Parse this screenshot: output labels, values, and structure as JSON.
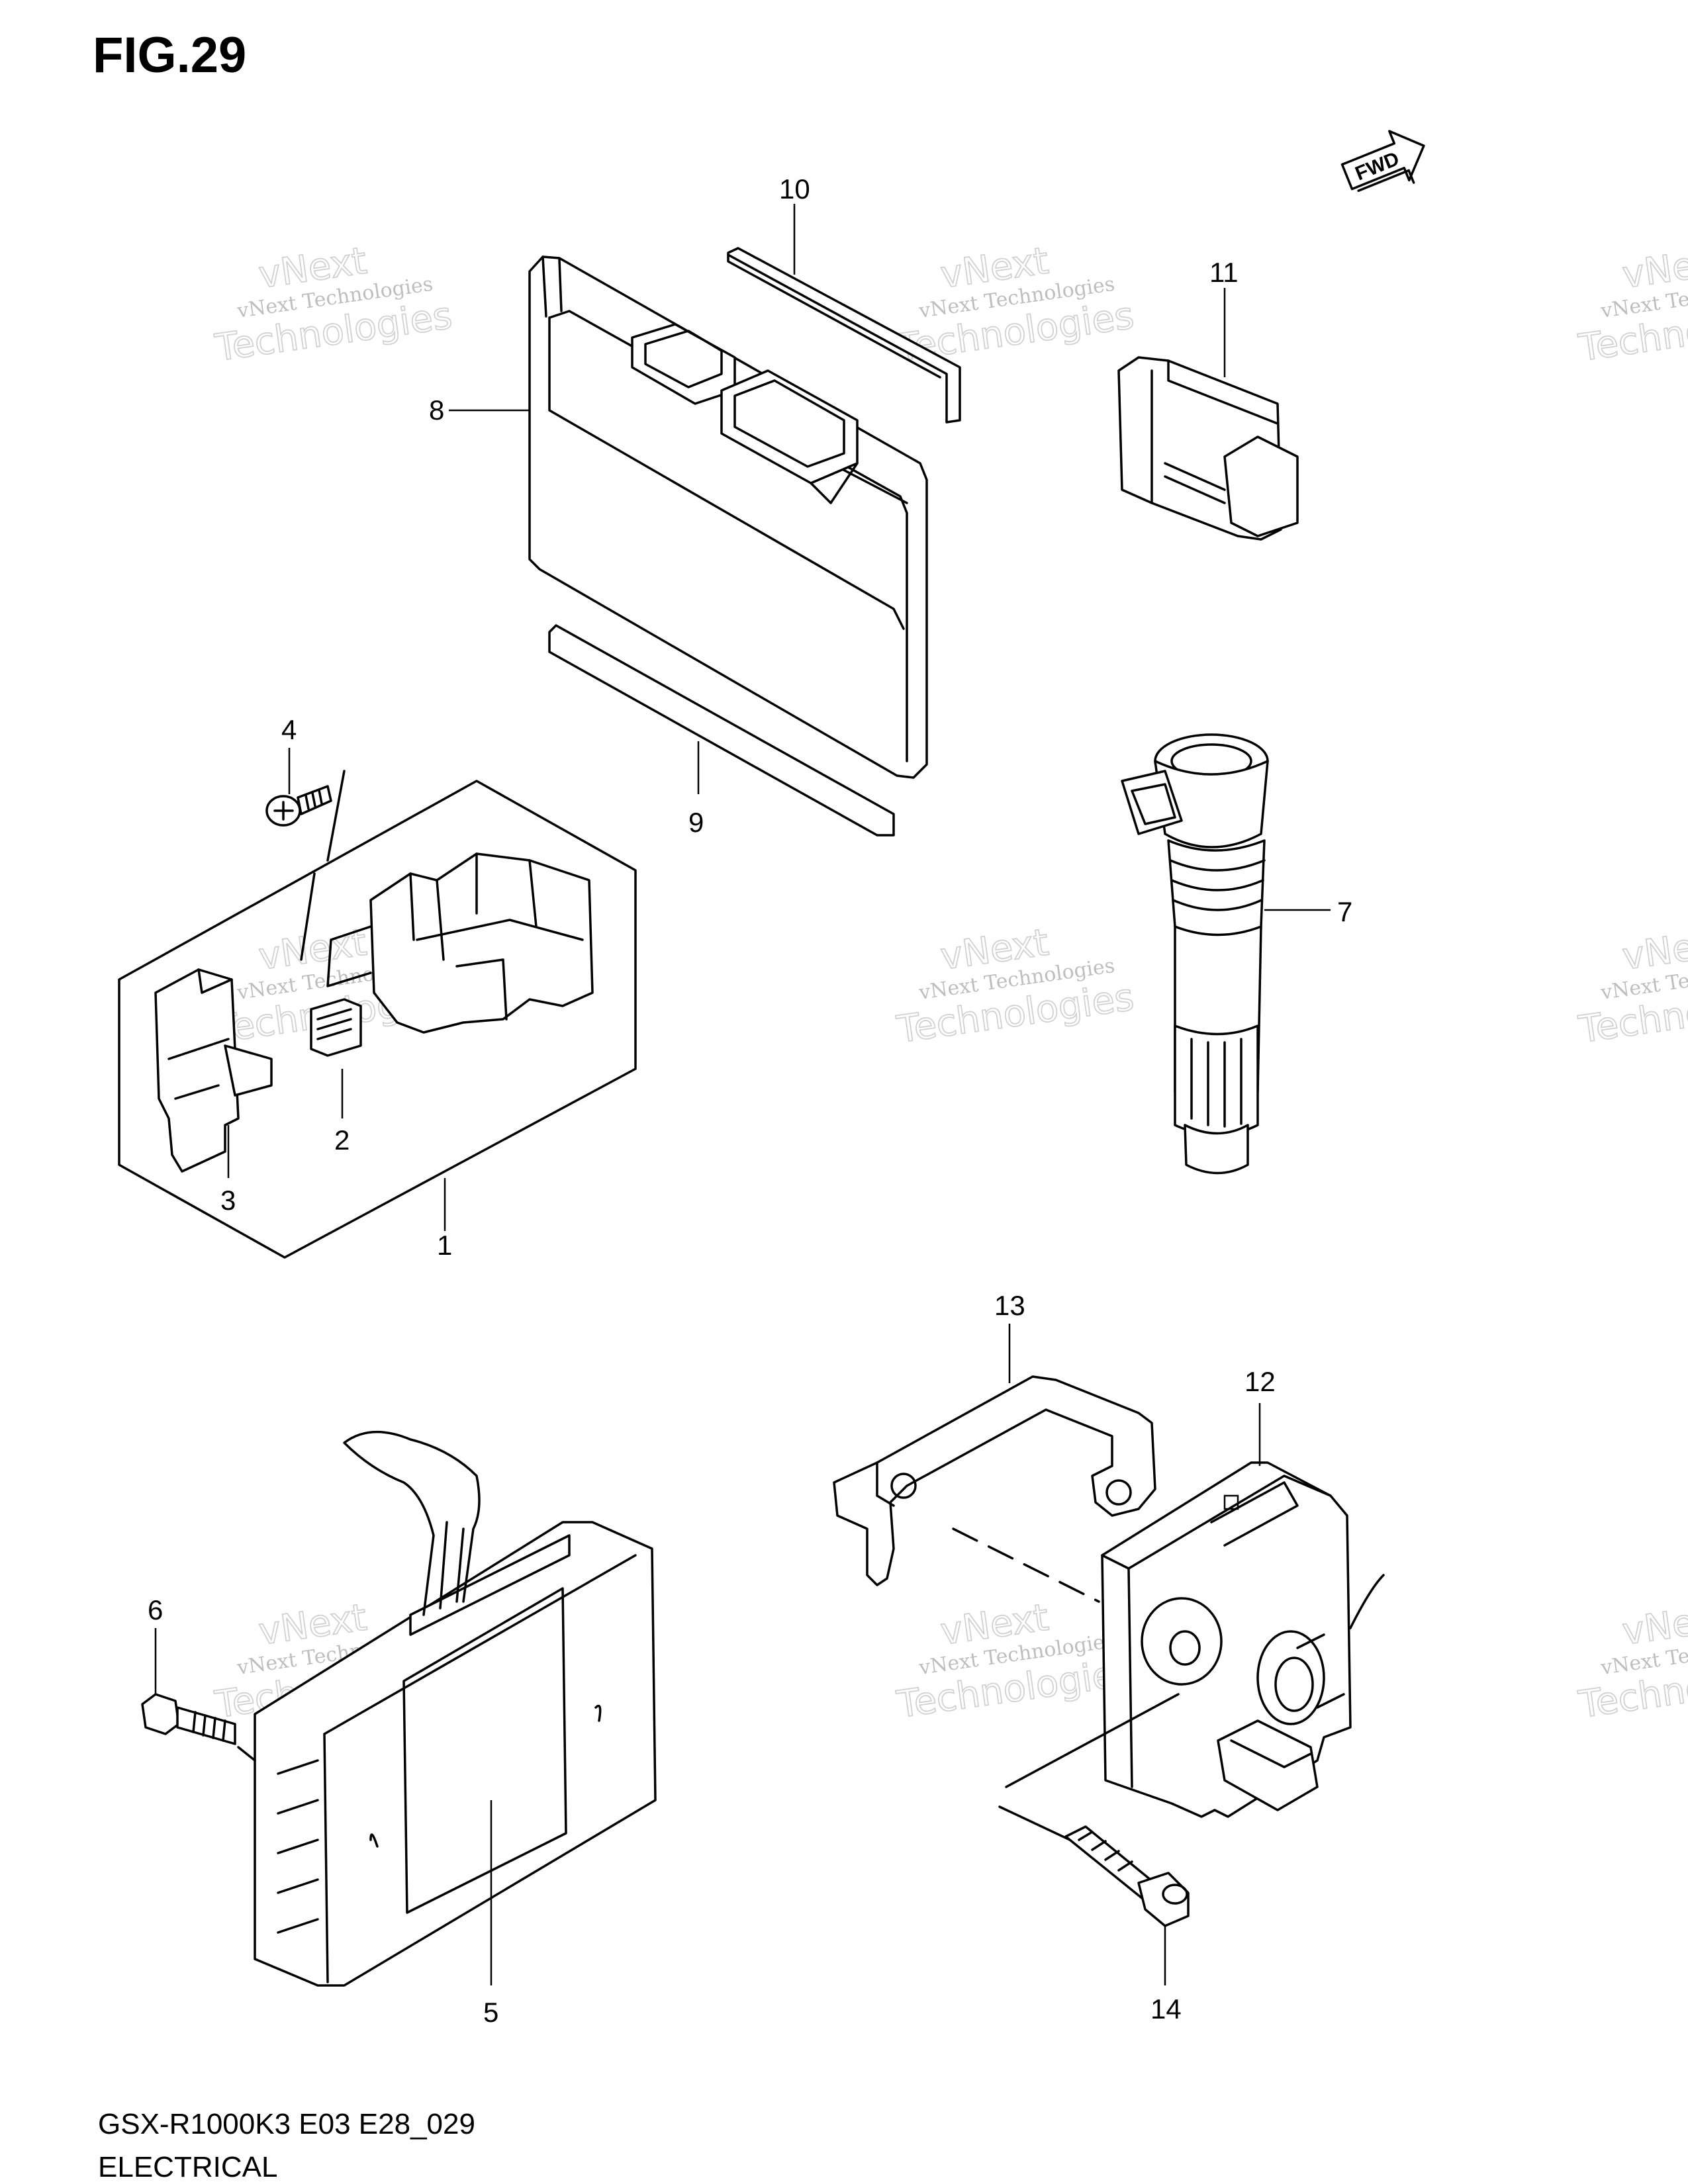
{
  "figure": {
    "title": "FIG.29"
  },
  "footer": {
    "model": "GSX-R1000K3 E03 E28_029",
    "section": "ELECTRICAL"
  },
  "direction_badge": {
    "text": "FWD"
  },
  "watermark": {
    "line1": "vNext Technologies",
    "line2": "vNext",
    "line3": "Technologies"
  },
  "callouts": [
    "1",
    "2",
    "3",
    "4",
    "5",
    "6",
    "7",
    "8",
    "9",
    "10",
    "11",
    "12",
    "13",
    "14"
  ]
}
